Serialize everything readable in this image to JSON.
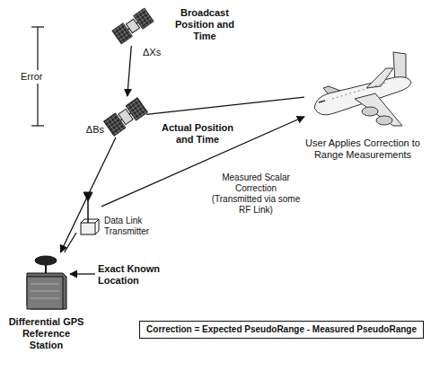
{
  "diagram": {
    "nodes": [
      {
        "text": [
          "Broadcast Position and Time",
          "ΔXs"
        ]
      },
      {
        "text": [
          "Actual Position and Time",
          "ΔBs"
        ]
      },
      {
        "text": [
          "User Applies Correction to Range Measurements"
        ]
      },
      {
        "text": [
          "Data Link Transmitter"
        ]
      },
      {
        "text": [
          "Differential GPS Reference Station"
        ]
      },
      {
        "text": [
          "Correction = Expected PseudoRange - Measured PseudoRange"
        ]
      }
    ],
    "edges": [
      {
        "from": 0,
        "to": 1,
        "arrow": "to"
      },
      {
        "from": 1,
        "to": 2,
        "arrow": "none"
      },
      {
        "from": 1,
        "to": 4,
        "arrow": "to"
      },
      {
        "from": 3,
        "to": 2,
        "label": "Measured Scalar Correction (Transmitted via some RF Link)",
        "arrow": "to"
      },
      {
        "from": 4,
        "to": 3,
        "arrow": "none"
      }
    ],
    "labels": [
      "Error",
      "Exact Known Location"
    ]
  }
}
